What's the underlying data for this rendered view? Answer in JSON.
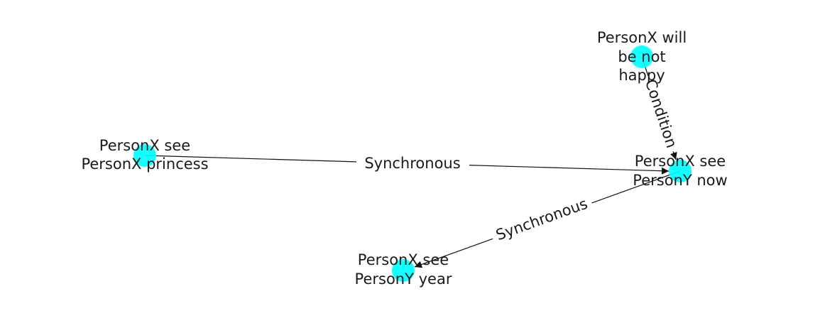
{
  "nodes": [
    {
      "id": "n1",
      "lines": [
        "PersonX will",
        "be not",
        "happy"
      ]
    },
    {
      "id": "n2",
      "lines": [
        "PersonX see",
        "PersonX princess"
      ]
    },
    {
      "id": "n3",
      "lines": [
        "PersonX see",
        "PersonY now"
      ]
    },
    {
      "id": "n4",
      "lines": [
        "PersonX see",
        "PersonY year"
      ]
    }
  ],
  "edges": [
    {
      "from": "n2",
      "to": "n3",
      "label": "Synchronous"
    },
    {
      "from": "n3",
      "to": "n4",
      "label": "Synchronous"
    },
    {
      "from": "n1",
      "to": "n3",
      "label": "Condition"
    }
  ],
  "colors": {
    "node": "#00ffff",
    "edge": "#111111",
    "text": "#1a1a1a"
  }
}
